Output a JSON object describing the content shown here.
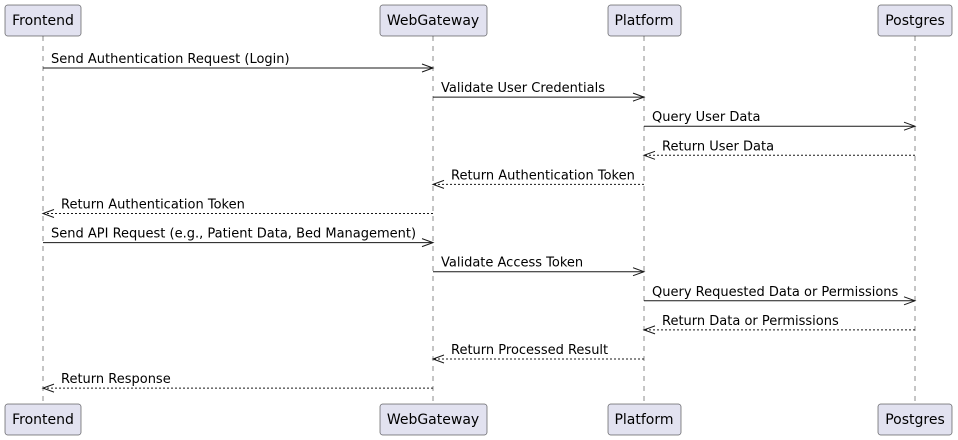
{
  "participants": [
    {
      "id": "frontend",
      "label": "Frontend"
    },
    {
      "id": "webgateway",
      "label": "WebGateway"
    },
    {
      "id": "platform",
      "label": "Platform"
    },
    {
      "id": "postgres",
      "label": "Postgres"
    }
  ],
  "messages": [
    {
      "from": "frontend",
      "to": "webgateway",
      "type": "sync",
      "label": "Send Authentication Request (Login)"
    },
    {
      "from": "webgateway",
      "to": "platform",
      "type": "sync",
      "label": "Validate User Credentials"
    },
    {
      "from": "platform",
      "to": "postgres",
      "type": "sync",
      "label": "Query User Data"
    },
    {
      "from": "postgres",
      "to": "platform",
      "type": "reply",
      "label": "Return User Data"
    },
    {
      "from": "platform",
      "to": "webgateway",
      "type": "reply",
      "label": "Return Authentication Token"
    },
    {
      "from": "webgateway",
      "to": "frontend",
      "type": "reply",
      "label": "Return Authentication Token"
    },
    {
      "from": "frontend",
      "to": "webgateway",
      "type": "sync",
      "label": "Send API Request (e.g., Patient Data, Bed Management)"
    },
    {
      "from": "webgateway",
      "to": "platform",
      "type": "sync",
      "label": "Validate Access Token"
    },
    {
      "from": "platform",
      "to": "postgres",
      "type": "sync",
      "label": "Query Requested Data or Permissions"
    },
    {
      "from": "postgres",
      "to": "platform",
      "type": "reply",
      "label": "Return Data or Permissions"
    },
    {
      "from": "platform",
      "to": "webgateway",
      "type": "reply",
      "label": "Return Processed Result"
    },
    {
      "from": "webgateway",
      "to": "frontend",
      "type": "reply",
      "label": "Return Response"
    }
  ]
}
